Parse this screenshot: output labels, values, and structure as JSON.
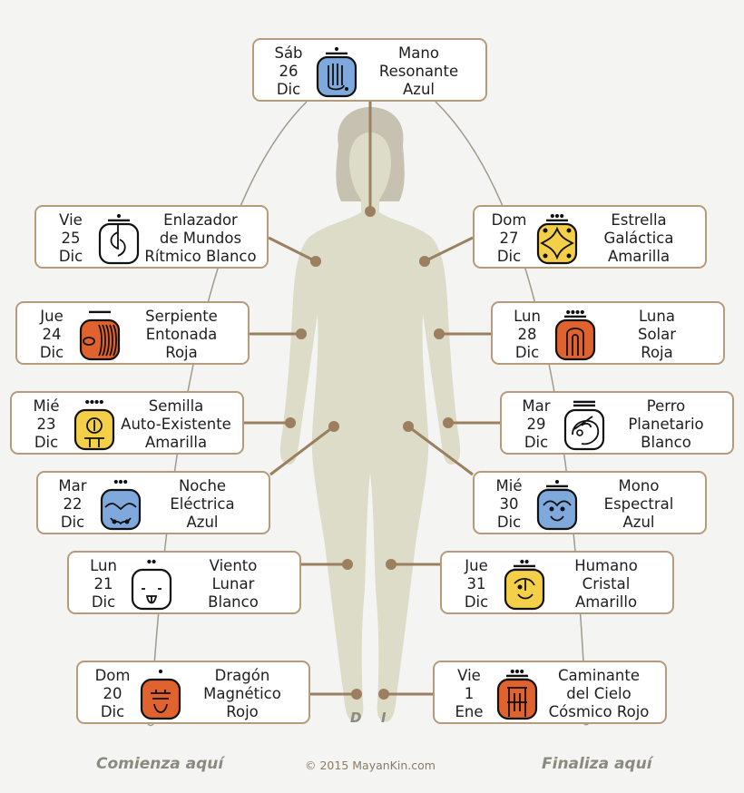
{
  "colors": {
    "accent": "#b59b7b",
    "body": "#dcdcc8",
    "head": "#c7c1b2",
    "blue": "#7fa9dc",
    "yellow": "#f4d048",
    "red": "#e0622e",
    "white": "#ffffff"
  },
  "cards": [
    {
      "id": "mano",
      "day": "Sáb",
      "num": "26",
      "month": "Dic",
      "name": [
        "Mano",
        "Resonante",
        "Azul"
      ],
      "color": "blue",
      "dots": "6",
      "icon": "hand-glyph-icon"
    },
    {
      "id": "enlazador",
      "day": "Vie",
      "num": "25",
      "month": "Dic",
      "name": [
        "Enlazador",
        "de Mundos",
        "Rítmico Blanco"
      ],
      "color": "white",
      "dots": "6",
      "icon": "worldbridger-glyph-icon"
    },
    {
      "id": "estrella",
      "day": "Dom",
      "num": "27",
      "month": "Dic",
      "name": [
        "Estrella",
        "Galáctica",
        "Amarilla"
      ],
      "color": "yellow",
      "dots": "8",
      "icon": "star-glyph-icon"
    },
    {
      "id": "serpiente",
      "day": "Jue",
      "num": "24",
      "month": "Dic",
      "name": [
        "Serpiente",
        "Entonada",
        "Roja"
      ],
      "color": "red",
      "dots": "5",
      "icon": "serpent-glyph-icon"
    },
    {
      "id": "luna",
      "day": "Lun",
      "num": "28",
      "month": "Dic",
      "name": [
        "Luna",
        "Solar",
        "Roja"
      ],
      "color": "red",
      "dots": "9",
      "icon": "moon-glyph-icon"
    },
    {
      "id": "semilla",
      "day": "Mié",
      "num": "23",
      "month": "Dic",
      "name": [
        "Semilla",
        "Auto-Existente",
        "Amarilla"
      ],
      "color": "yellow",
      "dots": "4",
      "icon": "seed-glyph-icon"
    },
    {
      "id": "perro",
      "day": "Mar",
      "num": "29",
      "month": "Dic",
      "name": [
        "Perro",
        "Planetario",
        "Blanco"
      ],
      "color": "white",
      "dots": "10",
      "icon": "dog-glyph-icon"
    },
    {
      "id": "noche",
      "day": "Mar",
      "num": "22",
      "month": "Dic",
      "name": [
        "Noche",
        "Eléctrica",
        "Azul"
      ],
      "color": "blue",
      "dots": "3",
      "icon": "night-glyph-icon"
    },
    {
      "id": "mono",
      "day": "Mié",
      "num": "30",
      "month": "Dic",
      "name": [
        "Mono",
        "Espectral",
        "Azul"
      ],
      "color": "blue",
      "dots": "11",
      "icon": "monkey-glyph-icon"
    },
    {
      "id": "viento",
      "day": "Lun",
      "num": "21",
      "month": "Dic",
      "name": [
        "Viento",
        "Lunar",
        "Blanco"
      ],
      "color": "white",
      "dots": "2",
      "icon": "wind-glyph-icon"
    },
    {
      "id": "humano",
      "day": "Jue",
      "num": "31",
      "month": "Dic",
      "name": [
        "Humano",
        "Cristal",
        "Amarillo"
      ],
      "color": "yellow",
      "dots": "12",
      "icon": "human-glyph-icon"
    },
    {
      "id": "dragon",
      "day": "Dom",
      "num": "20",
      "month": "Dic",
      "name": [
        "Dragón",
        "Magnético",
        "Rojo"
      ],
      "color": "red",
      "dots": "1",
      "icon": "dragon-glyph-icon"
    },
    {
      "id": "caminante",
      "day": "Vie",
      "num": "1",
      "month": "Ene",
      "name": [
        "Caminante",
        "del Cielo",
        "Cósmico Rojo"
      ],
      "color": "red",
      "dots": "13",
      "icon": "skywalker-glyph-icon"
    }
  ],
  "footer": {
    "start": "Comienza aquí",
    "end": "Finaliza aquí",
    "credit": "© 2015 MayanKin.com"
  },
  "foot_marks": {
    "left": "D",
    "right": "I"
  }
}
